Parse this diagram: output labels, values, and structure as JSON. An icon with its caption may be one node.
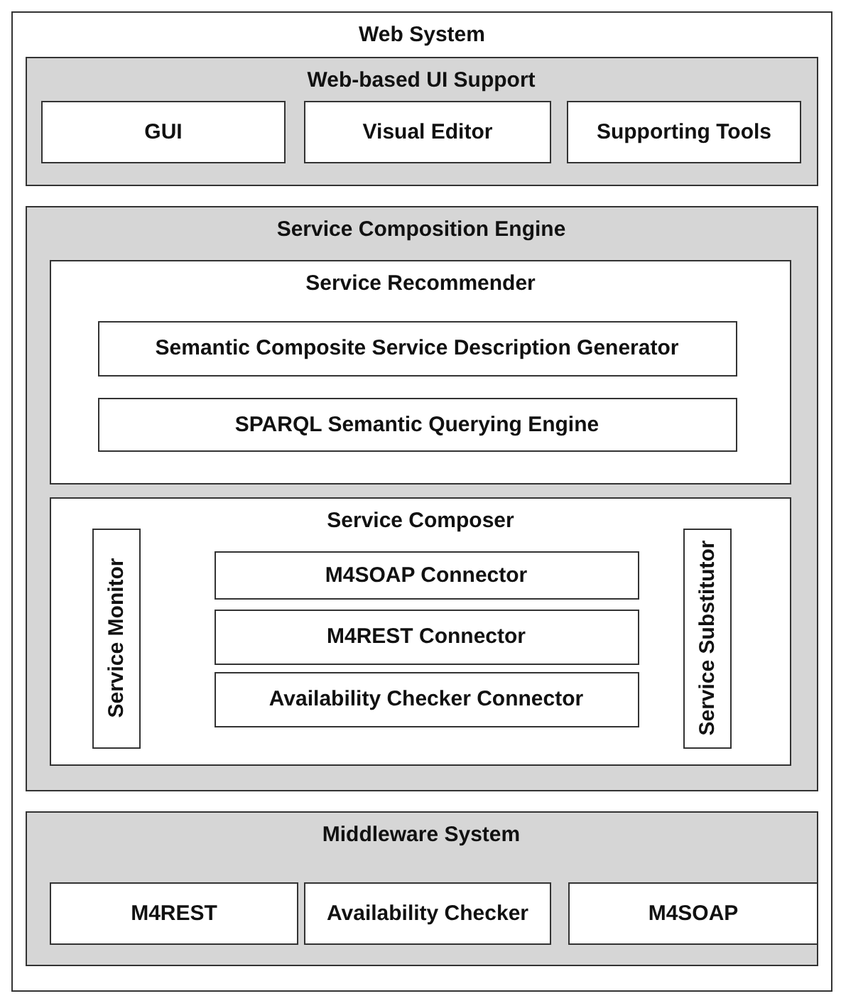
{
  "diagram": {
    "nodes": [
      {
        "text": [
          "Web System"
        ]
      },
      {
        "text": [
          "Web-based UI Support"
        ],
        "in": 0
      },
      {
        "text": [
          "GUI"
        ],
        "in": 1
      },
      {
        "text": [
          "Visual Editor"
        ],
        "in": 1
      },
      {
        "text": [
          "Supporting Tools"
        ],
        "in": 1
      },
      {
        "text": [
          "Service Composition Engine"
        ],
        "in": 0
      },
      {
        "text": [
          "Service Recommender"
        ],
        "in": 5
      },
      {
        "text": [
          "Semantic Composite Service Description Generator"
        ],
        "in": 6
      },
      {
        "text": [
          "SPARQL Semantic Querying Engine"
        ],
        "in": 6
      },
      {
        "text": [
          "Service Composer"
        ],
        "in": 5
      },
      {
        "text": [
          "Service Monitor"
        ],
        "in": 9
      },
      {
        "text": [
          "M4SOAP Connector"
        ],
        "in": 9
      },
      {
        "text": [
          "M4REST Connector"
        ],
        "in": 9
      },
      {
        "text": [
          "Availability Checker Connector"
        ],
        "in": 9
      },
      {
        "text": [
          "Service Substitutor"
        ],
        "in": 9
      },
      {
        "text": [
          "Middleware System"
        ],
        "in": 0
      },
      {
        "text": [
          "M4REST"
        ],
        "in": 15
      },
      {
        "text": [
          "Availability Checker"
        ],
        "in": 15
      },
      {
        "text": [
          "M4SOAP"
        ],
        "in": 15
      }
    ]
  }
}
